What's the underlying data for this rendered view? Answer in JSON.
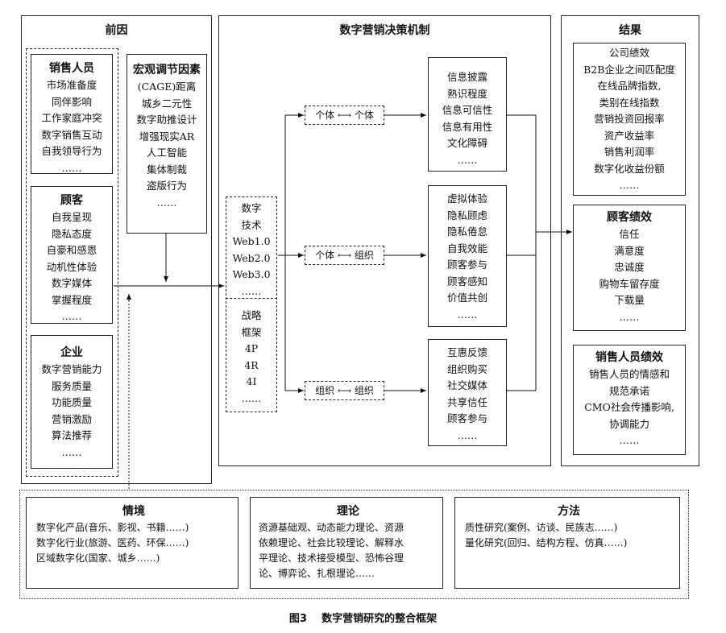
{
  "antecedents": {
    "title": "前因",
    "sales": {
      "heading": "销售人员",
      "items": [
        "市场准备度",
        "同伴影响",
        "工作家庭冲突",
        "数字销售互动",
        "自我领导行为",
        "……"
      ]
    },
    "customer": {
      "heading": "顾客",
      "items": [
        "自我呈现",
        "隐私态度",
        "自豪和感恩",
        "动机性体验",
        "数字媒体",
        "掌握程度",
        "……"
      ]
    },
    "firm": {
      "heading": "企业",
      "items": [
        "数字营销能力",
        "服务质量",
        "功能质量",
        "营销激励",
        "算法推荐",
        "……"
      ]
    },
    "macro": {
      "heading": "宏观调节因素",
      "items": [
        "(CAGE)距离",
        "城乡二元性",
        "数字助推设计",
        "增强现实AR",
        "人工智能",
        "集体制裁",
        "盗版行为",
        "……"
      ]
    }
  },
  "mechanism": {
    "title": "数字营销决策机制",
    "tech": {
      "items": [
        "数字",
        "技术",
        "Web1.0",
        "Web2.0",
        "Web3.0",
        "……"
      ]
    },
    "strategy": {
      "items": [
        "战略",
        "框架",
        "4P",
        "4R",
        "4I",
        "……"
      ]
    },
    "pairs": [
      "个体 ⟷ 个体",
      "个体 ⟷ 组织",
      "组织 ⟷ 组织"
    ],
    "box1": [
      "信息披露",
      "熟识程度",
      "信息可信性",
      "信息有用性",
      "文化障碍",
      "……"
    ],
    "box2": [
      "虚拟体验",
      "隐私顾虑",
      "隐私倦怠",
      "自我效能",
      "顾客参与",
      "顾客感知",
      "价值共创",
      "……"
    ],
    "box3": [
      "互惠反馈",
      "组织购买",
      "社交媒体",
      "共享信任",
      "顾客参与",
      "……"
    ]
  },
  "results": {
    "title": "结果",
    "company": {
      "items": [
        "公司绩效",
        "B2B企业之间匹配度",
        "在线品牌指数,",
        "类别在线指数",
        "营销投资回报率",
        "资产收益率",
        "销售利润率",
        "数字化收益份额",
        "……"
      ]
    },
    "customer": {
      "heading": "顾客绩效",
      "items": [
        "信任",
        "满意度",
        "忠诚度",
        "购物车留存度",
        "下载量",
        "……"
      ]
    },
    "sales": {
      "heading": "销售人员绩效",
      "items": [
        "销售人员的情感和",
        "规范承诺",
        "CMO社会传播影响,",
        "协调能力",
        "……"
      ]
    }
  },
  "bottom": {
    "context": {
      "heading": "情境",
      "items": [
        "数字化产品(音乐、影视、书籍……)",
        "数字化行业(旅游、医药、环保……)",
        "区域数字化(国家、城乡……)"
      ]
    },
    "theory": {
      "heading": "理论",
      "items": [
        "资源基础观、动态能力理论、资源",
        "依赖理论、社会比较理论、解释水",
        "平理论、技术接受模型、恐怖谷理",
        "论、博弈论、扎根理论……"
      ]
    },
    "method": {
      "heading": "方法",
      "items": [
        "质性研究(案例、访谈、民族志……)",
        "量化研究(回归、结构方程、仿真……)"
      ]
    }
  },
  "caption": "图3    数字营销研究的整合框架"
}
